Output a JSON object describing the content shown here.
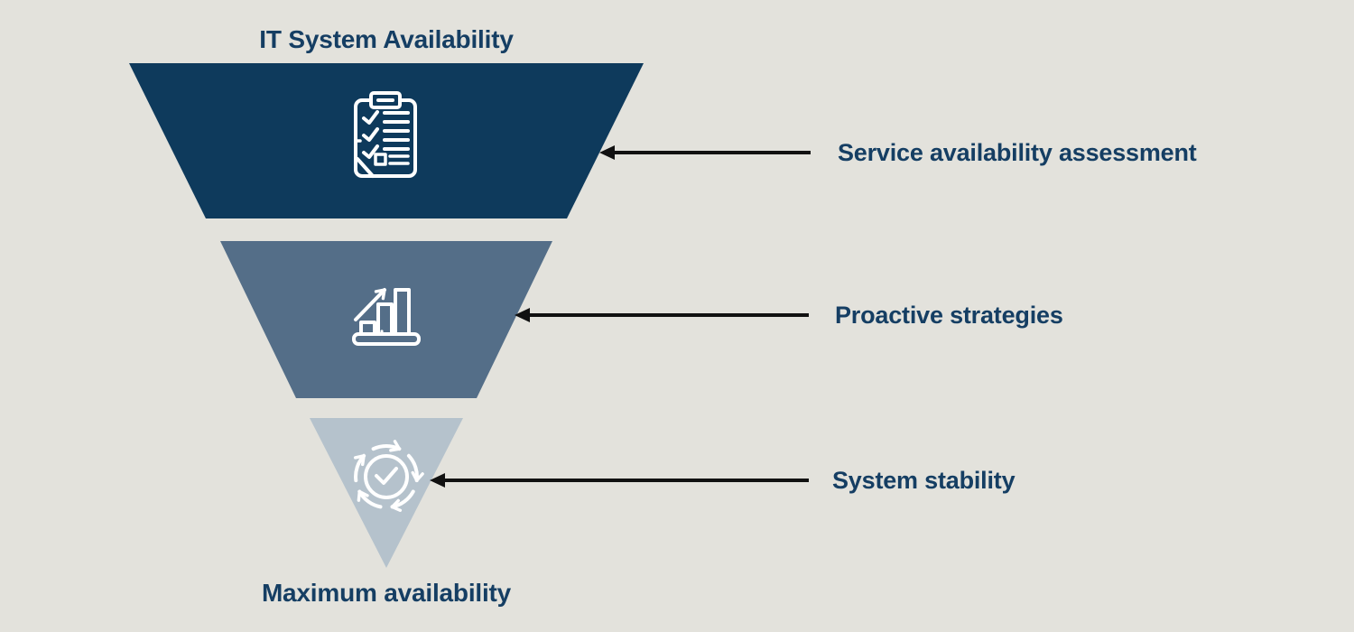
{
  "colors": {
    "background": "#e3e2dc",
    "text_navy": "#153e63",
    "arrow_black": "#111111",
    "icon_white": "#ffffff"
  },
  "title": "IT System Availability",
  "footer_label": "Maximum availability",
  "funnel": {
    "layers": [
      {
        "label": "Service availability assessment",
        "color": "#0e3a5c",
        "icon": "clipboard-checklist-icon"
      },
      {
        "label": "Proactive strategies",
        "color": "#546e88",
        "icon": "growth-bar-chart-icon"
      },
      {
        "label": "System stability",
        "color": "#b5c2cc",
        "icon": "circular-arrows-check-icon"
      }
    ]
  }
}
